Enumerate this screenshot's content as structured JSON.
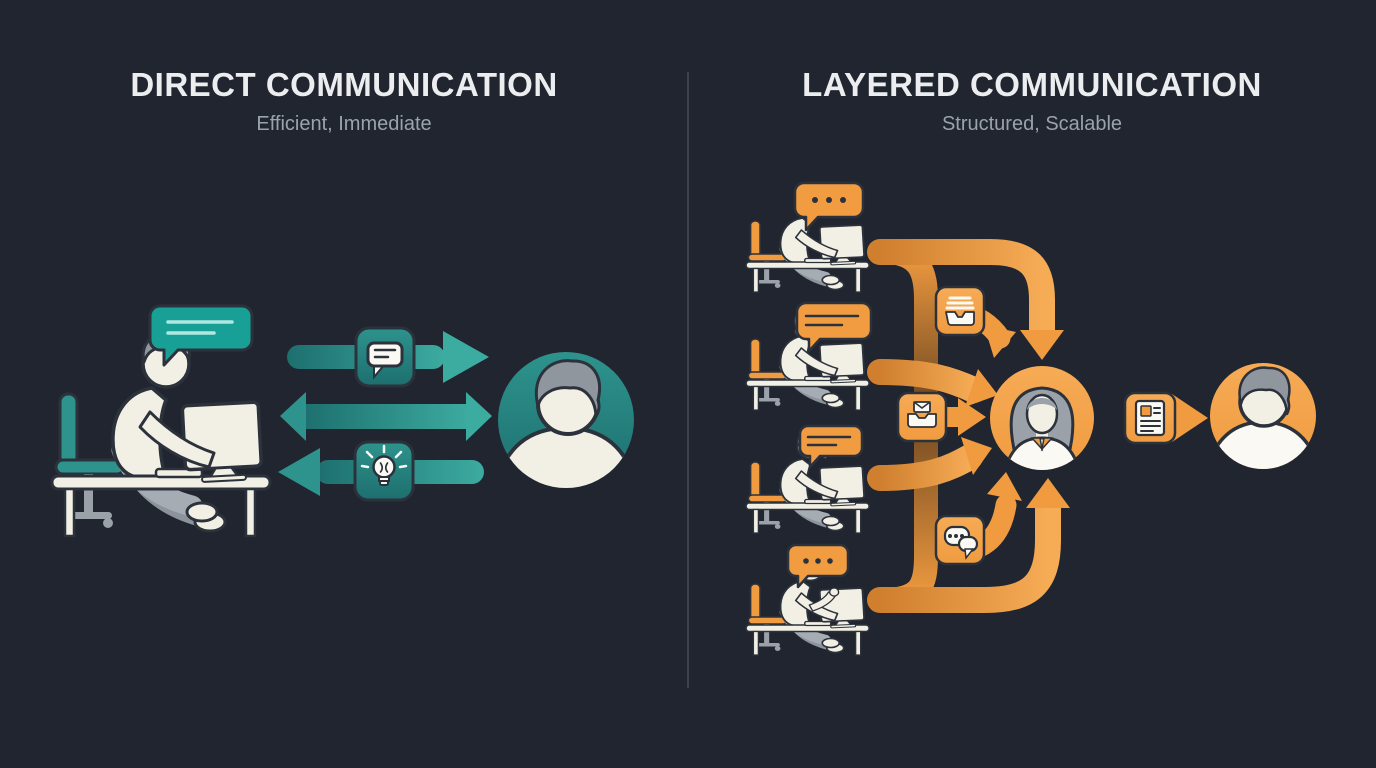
{
  "direct": {
    "title": "DIRECT COMMUNICATION",
    "subtitle": "Efficient, Immediate",
    "accent": "#2e938d",
    "icons": [
      "speech-bubble-icon",
      "chat-message-icon",
      "double-headed-arrow",
      "lightbulb-icon",
      "recipient-avatar"
    ]
  },
  "layered": {
    "title": "LAYERED COMMUNICATION",
    "subtitle": "Structured, Scalable",
    "accent": "#f09b40",
    "icons": [
      "typing-bubble-icon",
      "message-bubble-icon",
      "inbox-tray-icon",
      "mail-tray-icon",
      "chat-bubbles-icon",
      "document-icon",
      "manager-avatar",
      "recipient-avatar"
    ]
  },
  "palette": {
    "bg": "#20252f",
    "divider": "#3b424e",
    "text_primary": "#ebedef",
    "text_secondary": "#9aa3ad",
    "ink": "#2c323b",
    "cream": "#f2efe5",
    "white": "#fbf9f3",
    "gray": "#9aa1a9",
    "hair": "#8f969e",
    "leg": "#a6acb4",
    "leg_dark": "#8d939b",
    "teal": "#2e938d",
    "teal_deep": "#1d6f6e",
    "teal_bright": "#3caba0",
    "teal_bubble": "#18a096",
    "orange": "#f09b40",
    "orange_deep": "#cf7f2e",
    "orange_bright": "#f6ab55",
    "orange_bubble": "#f29c42",
    "spine": "#6b4520"
  }
}
